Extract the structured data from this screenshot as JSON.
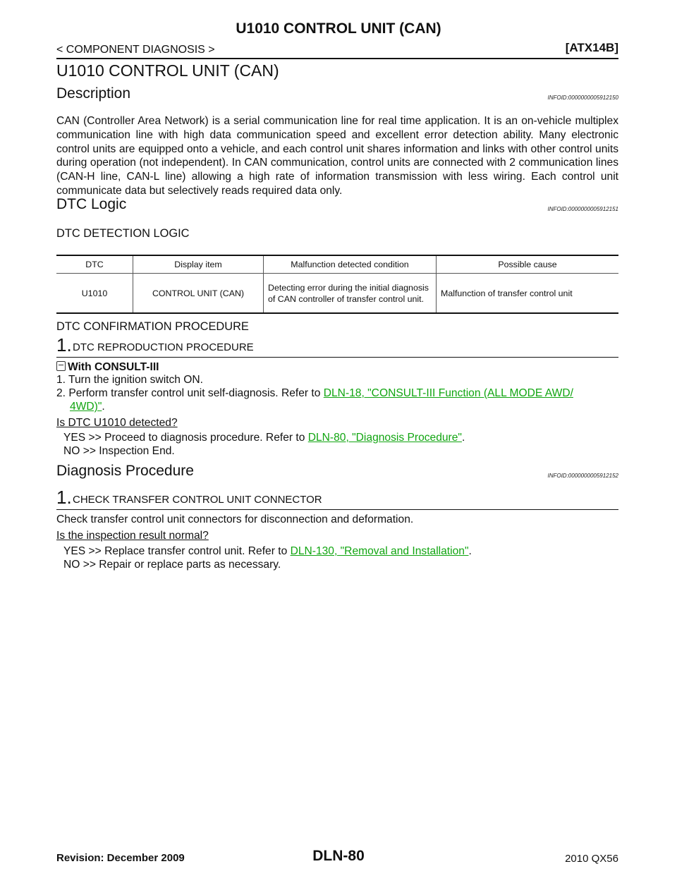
{
  "header": {
    "title": "U1010 CONTROL UNIT (CAN)",
    "breadcrumb": "< COMPONENT DIAGNOSIS >",
    "model_code": "[ATX14B]"
  },
  "page_title": "U1010 CONTROL UNIT (CAN)",
  "description": {
    "heading": "Description",
    "infoid": "INFOID:0000000005912150",
    "text": "CAN (Controller Area Network) is a serial communication line for real time application. It is an on-vehicle multiplex communication line with high data communication speed and excellent error detection ability. Many electronic control units are equipped onto a vehicle, and each control unit shares information and links with other control units during operation (not independent). In CAN communication, control units are connected with 2 communication lines (CAN-H line, CAN-L line) allowing a high rate of information transmission with less wiring. Each control unit communicate data but selectively reads required data only."
  },
  "dtc_logic": {
    "heading": "DTC Logic",
    "infoid": "INFOID:0000000005912151",
    "detection_title": "DTC DETECTION LOGIC",
    "table": {
      "headers": [
        "DTC",
        "Display item",
        "Malfunction detected condition",
        "Possible cause"
      ],
      "row": [
        "U1010",
        "CONTROL UNIT (CAN)",
        "Detecting error during the initial diagnosis of CAN controller of transfer control unit.",
        "Malfunction of transfer control unit"
      ]
    },
    "confirm_title": "DTC CONFIRMATION PROCEDURE",
    "step_num": "1.",
    "step_title": "DTC REPRODUCTION PROCEDURE",
    "with_label": "With CONSULT-III",
    "item1": "1.  Turn the ignition switch ON.",
    "item2_prefix": "2.  Perform transfer control unit self-diagnosis. Refer to ",
    "item2_link": "DLN-18, \"CONSULT-III Function (ALL MODE AWD/",
    "item2_link_cont": "4WD)\"",
    "period": ".",
    "question": "Is DTC U1010 detected?",
    "yes_prefix": "YES     >> Proceed to diagnosis procedure. Refer to ",
    "yes_link": "DLN-80, \"Diagnosis Procedure\"",
    "no_text": "NO      >> Inspection End."
  },
  "diagnosis": {
    "heading": "Diagnosis Procedure",
    "infoid": "INFOID:0000000005912152",
    "step_num": "1.",
    "step_title": "CHECK TRANSFER CONTROL UNIT CONNECTOR",
    "text": "Check transfer control unit connectors for disconnection and deformation.",
    "question": "Is the inspection result normal?",
    "yes_prefix": "YES     >> Replace transfer control unit. Refer to ",
    "yes_link": "DLN-130, \"Removal and Installation\"",
    "no_text": "NO      >> Repair or replace parts as necessary."
  },
  "footer": {
    "revision": "Revision: December 2009",
    "page": "DLN-80",
    "model": "2010 QX56"
  }
}
